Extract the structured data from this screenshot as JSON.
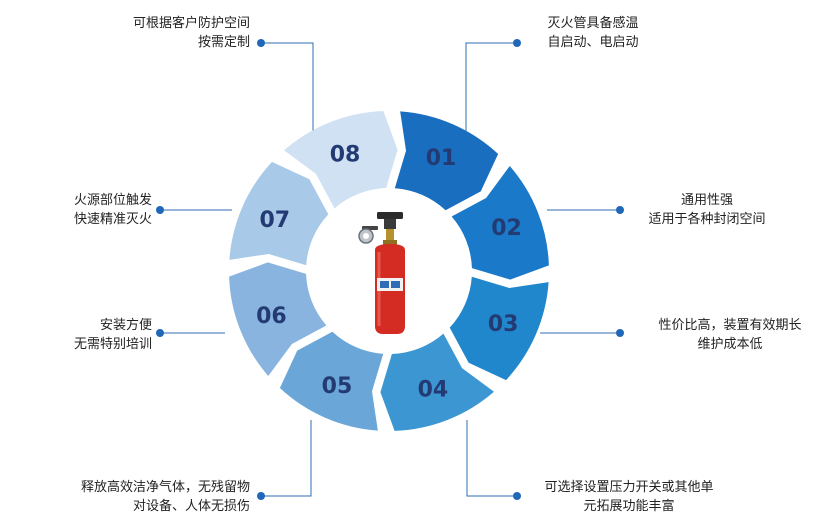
{
  "colors": {
    "connector_line": "#2f6db5",
    "dot": "#1f67b8",
    "label_text": "#233a73",
    "segments": [
      "#1a6ec0",
      "#1a79c8",
      "#2187cc",
      "#3b96d2",
      "#6aa6d8",
      "#88b4df",
      "#a9c9e8",
      "#cfe1f2"
    ]
  },
  "center_image": {
    "icon": "fire-extinguisher-icon",
    "body_color": "#d42b22",
    "valve_color": "#2b2b2b"
  },
  "segments": [
    {
      "number": "01",
      "text_lines": [
        "灭火管具备感温",
        "自启动、电启动"
      ]
    },
    {
      "number": "02",
      "text_lines": [
        "通用性强",
        "适用于各种封闭空间"
      ]
    },
    {
      "number": "03",
      "text_lines": [
        "性价比高，装置有效期长",
        "维护成本低"
      ]
    },
    {
      "number": "04",
      "text_lines": [
        "可选择设置压力开关或其他单",
        "元拓展功能丰富"
      ]
    },
    {
      "number": "05",
      "text_lines": [
        "释放高效洁净气体，无残留物",
        "对设备、人体无损伤"
      ]
    },
    {
      "number": "06",
      "text_lines": [
        "安装方便",
        "无需特别培训"
      ]
    },
    {
      "number": "07",
      "text_lines": [
        "火源部位触发",
        "快速精准灭火"
      ]
    },
    {
      "number": "08",
      "text_lines": [
        "可根据客户防护空间",
        "按需定制"
      ]
    }
  ]
}
